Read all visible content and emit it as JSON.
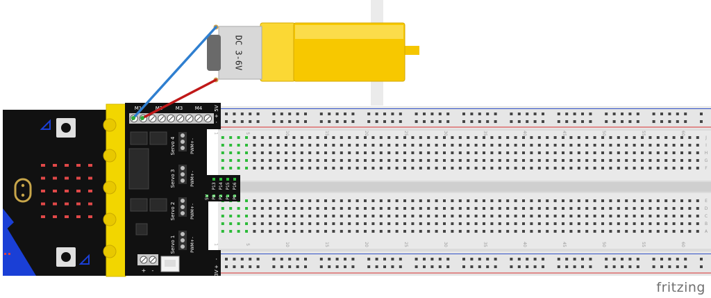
{
  "watermark": "fritzing",
  "motor": {
    "label": "DC 3-6V"
  },
  "driver": {
    "motor_labels": [
      "M1",
      "M2",
      "M3",
      "M4"
    ],
    "power_top": [
      "5V",
      "+",
      "-"
    ],
    "power_bottom": [
      "3V",
      "+",
      "-"
    ],
    "servos": [
      {
        "name": "Servo 4",
        "pins": [
          "-",
          "PWM+"
        ]
      },
      {
        "name": "Servo 3",
        "pins": [
          "-",
          "PWM+"
        ]
      },
      {
        "name": "Servo 2",
        "pins": [
          "-",
          "PWM+"
        ]
      },
      {
        "name": "Servo 1",
        "pins": [
          "-",
          "PWM+"
        ]
      }
    ],
    "pins_top": [
      "P13",
      "P14",
      "P15",
      "P16"
    ],
    "pins_bottom": [
      "5V",
      "P8",
      "P2",
      "P1",
      "P0"
    ],
    "terminal_labels": [
      "+",
      "-"
    ]
  },
  "breadboard": {
    "column_numbers": [
      "1",
      "5",
      "10",
      "15",
      "20",
      "25",
      "30",
      "35",
      "40",
      "45",
      "50",
      "55",
      "60"
    ],
    "rows_top": [
      "J",
      "I",
      "H",
      "G",
      "F"
    ],
    "rows_bottom": [
      "E",
      "D",
      "C",
      "B",
      "A"
    ]
  },
  "colors": {
    "wire_blue": "#2f7fd0",
    "wire_red": "#c01818",
    "motor_yellow": "#f7c800",
    "rail_red": "#d83030",
    "rail_blue": "#3050c8",
    "board_black": "#111111",
    "microbit_accent": "#1a3fd6",
    "connector_yellow": "#f2d600"
  }
}
